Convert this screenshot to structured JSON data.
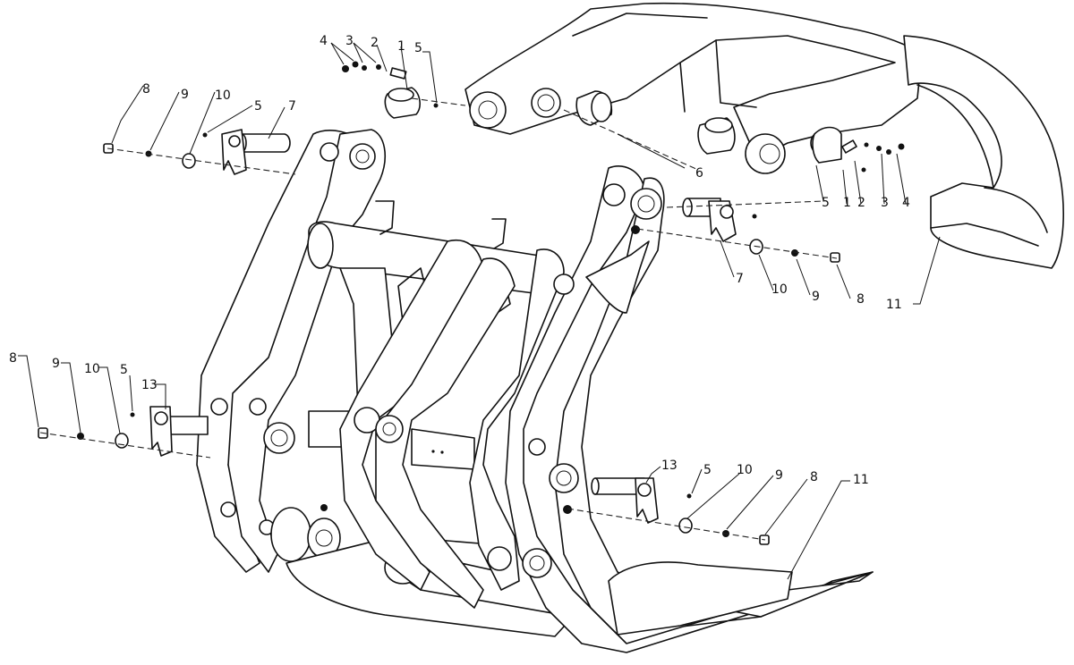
{
  "callouts": [
    {
      "id": "c1",
      "label": "4"
    },
    {
      "id": "c2",
      "label": "3"
    },
    {
      "id": "c3",
      "label": "2"
    },
    {
      "id": "c4",
      "label": "1"
    },
    {
      "id": "c5",
      "label": "5"
    },
    {
      "id": "c6",
      "label": "8"
    },
    {
      "id": "c7",
      "label": "9"
    },
    {
      "id": "c8",
      "label": "10"
    },
    {
      "id": "c9",
      "label": "5"
    },
    {
      "id": "c10",
      "label": "7"
    },
    {
      "id": "c11",
      "label": "6"
    },
    {
      "id": "c12",
      "label": "5"
    },
    {
      "id": "c13",
      "label": "1"
    },
    {
      "id": "c14",
      "label": "2"
    },
    {
      "id": "c15",
      "label": "3"
    },
    {
      "id": "c16",
      "label": "4"
    },
    {
      "id": "c17",
      "label": "7"
    },
    {
      "id": "c18",
      "label": "10"
    },
    {
      "id": "c19",
      "label": "9"
    },
    {
      "id": "c20",
      "label": "8"
    },
    {
      "id": "c21",
      "label": "11"
    },
    {
      "id": "c22",
      "label": "8"
    },
    {
      "id": "c23",
      "label": "9"
    },
    {
      "id": "c24",
      "label": "10"
    },
    {
      "id": "c25",
      "label": "5"
    },
    {
      "id": "c26",
      "label": "13"
    },
    {
      "id": "c27",
      "label": "13"
    },
    {
      "id": "c28",
      "label": "5"
    },
    {
      "id": "c29",
      "label": "10"
    },
    {
      "id": "c30",
      "label": "9"
    },
    {
      "id": "c31",
      "label": "8"
    },
    {
      "id": "c32",
      "label": "11"
    }
  ]
}
